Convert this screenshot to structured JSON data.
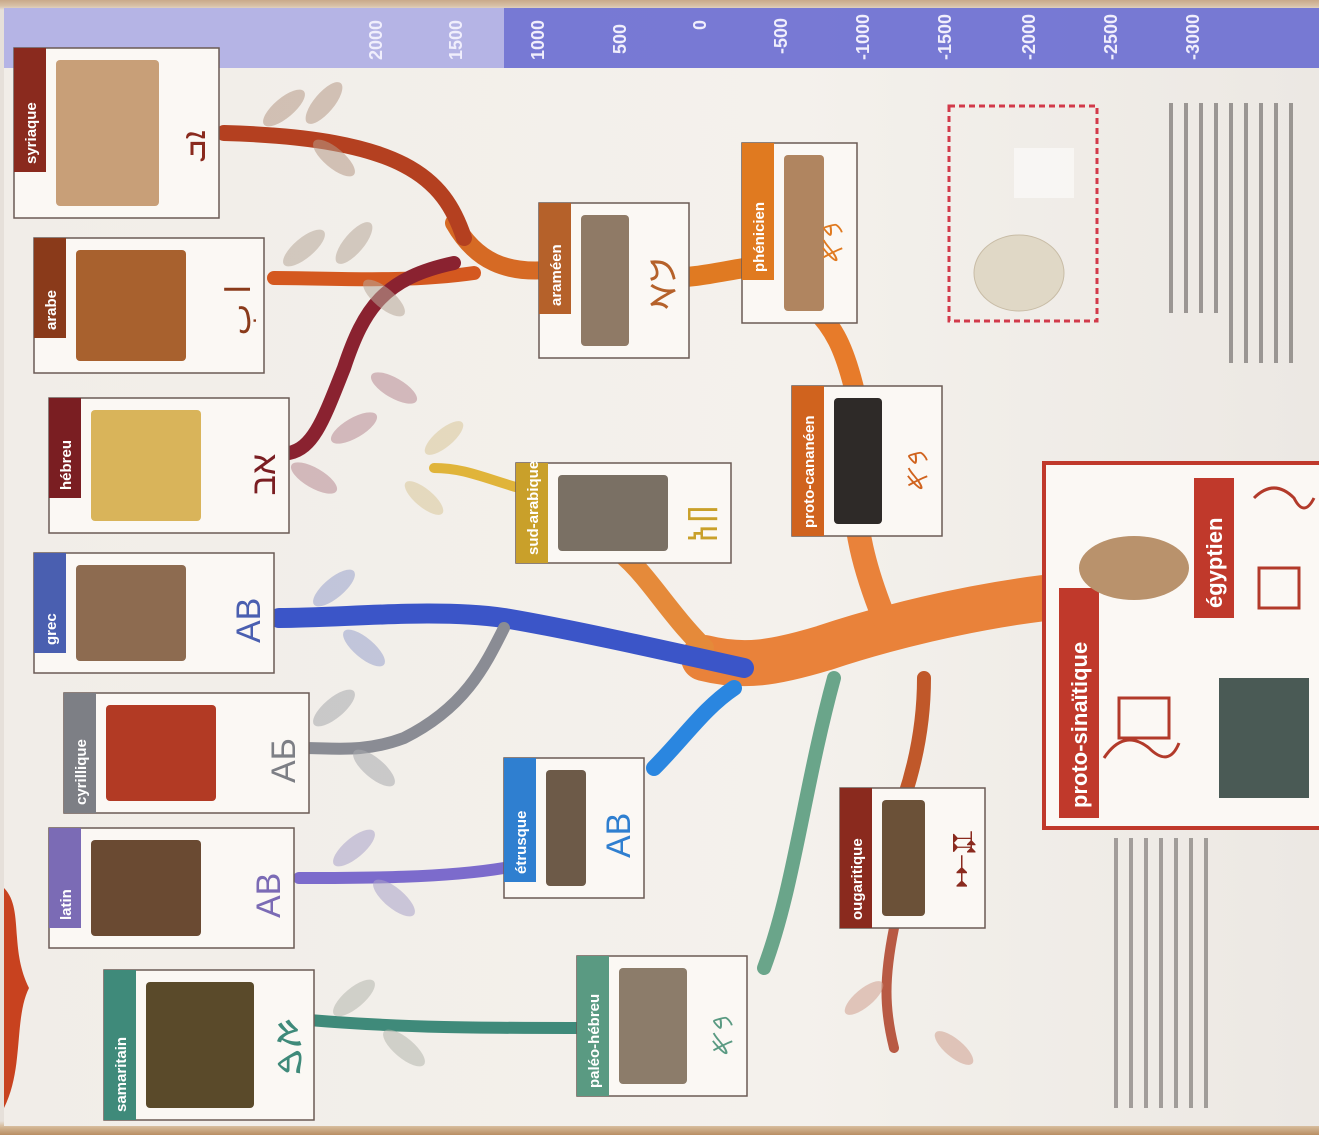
{
  "timeline": {
    "labels": [
      "2000",
      "1500",
      "1000",
      "500",
      "0",
      "-500",
      "-1000",
      "-1500",
      "-2000",
      "-2500",
      "-3000"
    ]
  },
  "top_cards": [
    {
      "key": "syriaque",
      "label": "syriaque",
      "glyph": "ܐܒ",
      "color": "#8a2a1e"
    },
    {
      "key": "arabe",
      "label": "arabe",
      "glyph": "ا ب",
      "color": "#8a3a1a"
    },
    {
      "key": "hebreu",
      "label": "hébreu",
      "glyph": "אב",
      "color": "#7a1e22"
    },
    {
      "key": "grec",
      "label": "grec",
      "glyph": "AB",
      "color": "#4a5fb0"
    },
    {
      "key": "cyrillique",
      "label": "cyrillique",
      "glyph": "АБ",
      "color": "#7d7f85"
    },
    {
      "key": "latin",
      "label": "latin",
      "glyph": "AB",
      "color": "#7b6bb5"
    },
    {
      "key": "samaritain",
      "label": "samaritain",
      "glyph": "ࠀࠁ",
      "color": "#3f8a7a"
    }
  ],
  "middle_cards": [
    {
      "key": "arameen",
      "label": "araméen",
      "glyph": "𐡁𐡀",
      "color": "#b5612a"
    },
    {
      "key": "sudarabique",
      "label": "sud-arabique",
      "glyph": "𐩨𐩱",
      "color": "#c9a02a"
    },
    {
      "key": "etrusque",
      "label": "étrusque",
      "glyph": "AB",
      "color": "#2f7fd0"
    },
    {
      "key": "paleohebreu",
      "label": "paléo-hébreu",
      "glyph": "𐤁𐤀",
      "color": "#5a9a82"
    }
  ],
  "lower_cards": [
    {
      "key": "phenicien",
      "label": "phénicien",
      "glyph": "𐤁𐤀",
      "color": "#e07a20"
    },
    {
      "key": "protocananeen",
      "label": "proto-cananéen",
      "glyph": "𐤁𐤀",
      "color": "#d0631e"
    },
    {
      "key": "ougaritique",
      "label": "ougaritique",
      "glyph": "𐎀𐎁",
      "color": "#8a2a1e"
    }
  ],
  "root_box": {
    "label_main": "proto-sinaïtique",
    "label_second": "égyptien",
    "color": "#c0392b"
  },
  "colors": {
    "timeline_band": "#6c6fd1",
    "trunk": "#e9823a",
    "card_bg": "#fbf8f4"
  }
}
